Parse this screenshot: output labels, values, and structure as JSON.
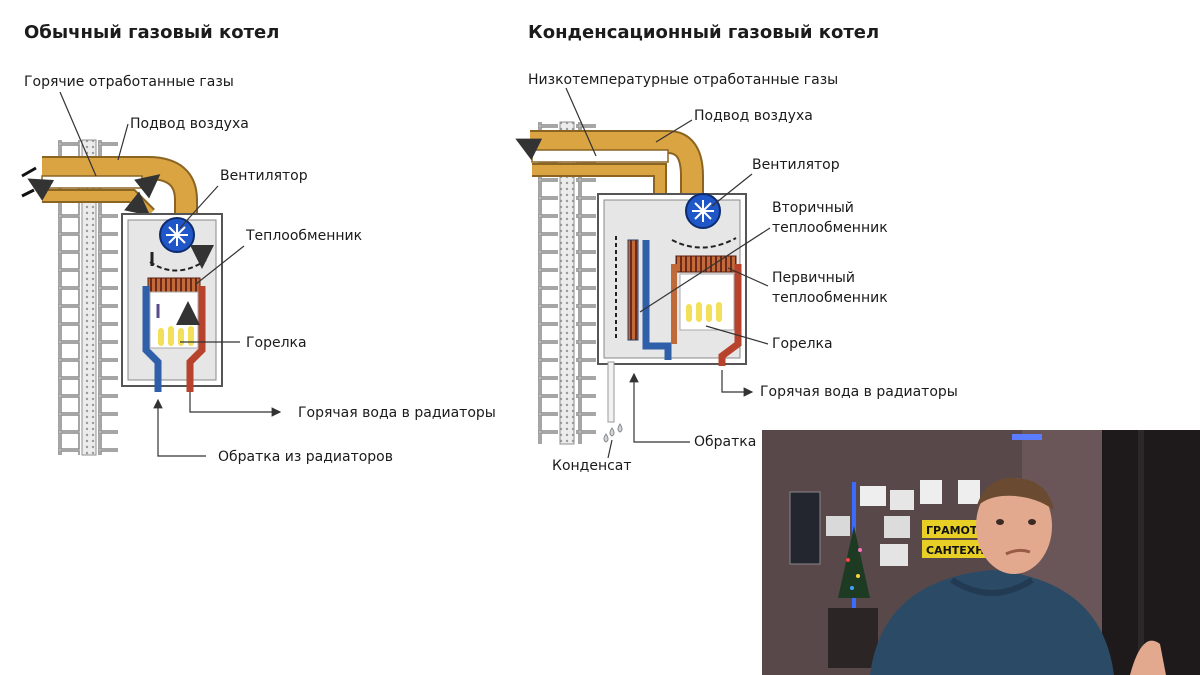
{
  "left_diagram": {
    "title": "Обычный газовый котел",
    "labels": {
      "exhaust": "Горячие отработанные газы",
      "air_inlet": "Подвод воздуха",
      "fan": "Вентилятор",
      "heat_exchanger": "Теплообменник",
      "burner": "Горелка",
      "hot_water": "Горячая вода в радиаторы",
      "return": "Обратка из радиаторов"
    }
  },
  "right_diagram": {
    "title": "Конденсационный газовый котел",
    "labels": {
      "exhaust": "Низкотемпературные отработанные газы",
      "air_inlet": "Подвод воздуха",
      "fan": "Вентилятор",
      "secondary_hx_1": "Вторичный",
      "secondary_hx_2": "теплообменник",
      "primary_hx_1": "Первичный",
      "primary_hx_2": "теплообменник",
      "burner": "Горелка",
      "hot_water": "Горячая вода в радиаторы",
      "return": "Обратка",
      "condensate": "Конденсат"
    }
  },
  "webcam": {
    "sign_line1": "ГРАМОТН",
    "sign_line2": "САНТЕХН"
  },
  "colors": {
    "pipe_orange": "#d9a441",
    "pipe_outline": "#8a6420",
    "hot_red": "#b8432c",
    "cold_blue": "#2f5fa8",
    "fan_blue": "#1f57c9",
    "wall_grey": "#8f8f8f",
    "sign_yellow": "#e8cf25"
  }
}
